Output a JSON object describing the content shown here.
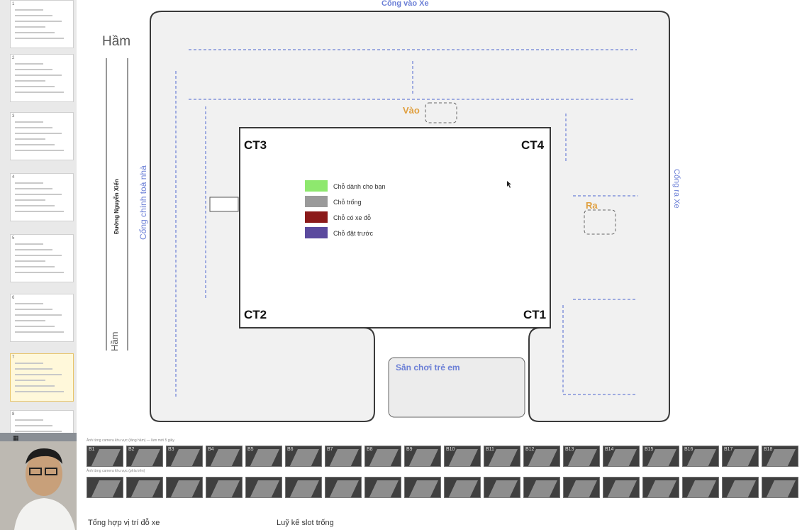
{
  "sidebar": {
    "slide_numbers": [
      "1",
      "2",
      "3",
      "4",
      "5",
      "6",
      "7",
      "8"
    ],
    "active_slide": "7",
    "bottom_icon": "grid-icon"
  },
  "map": {
    "title_top": "Cổng vào Xe",
    "label_tunnel": "Hầm",
    "label_tunnel_bottom": "Hầm",
    "label_road": "Đường Nguyễn Xiển",
    "label_main_gate": "Cổng chính toà nhà",
    "label_exit_gate": "Cổng ra Xe",
    "label_in": "Vào",
    "label_out": "Ra",
    "label_playground": "Sân chơi trẻ em",
    "buildings": [
      "CT3",
      "CT4",
      "CT2",
      "CT1"
    ],
    "legend": [
      {
        "label": "Chỗ dành cho bạn",
        "color": "#8ee86e"
      },
      {
        "label": "Chỗ trống",
        "color": "#9a9a9a"
      },
      {
        "label": "Chỗ có xe đỗ",
        "color": "#8b1a1a"
      },
      {
        "label": "Chỗ đặt trước",
        "color": "#5b4a9e"
      }
    ],
    "colors": {
      "empty": "#9c9c9c",
      "occupied": "#8b1a1a",
      "route": "#6b7fd6",
      "gate_label": "#6b7fd6",
      "in_out_label": "#e0a040"
    }
  },
  "cameras": {
    "caption_row1": "Ảnh từng camera khu vực (tầng hầm) — làm mới 5 giây",
    "caption_row2": "Ảnh từng camera khu vực (phía trên)",
    "row1": [
      "B1",
      "B2",
      "B3",
      "B4",
      "B5",
      "B6",
      "B7",
      "B8",
      "B9",
      "B10",
      "B11",
      "B12",
      "B13",
      "B14",
      "B15",
      "B16",
      "B17",
      "B18"
    ],
    "row2": [
      "",
      "",
      "",
      "",
      "",
      "",
      "",
      "",
      "",
      "",
      "",
      "",
      "",
      "",
      "",
      "",
      "",
      ""
    ]
  },
  "bottom": {
    "summary_title": "Tổng hợp vị trí đỗ xe",
    "empty_slots_title": "Luỹ kế slot trống"
  }
}
